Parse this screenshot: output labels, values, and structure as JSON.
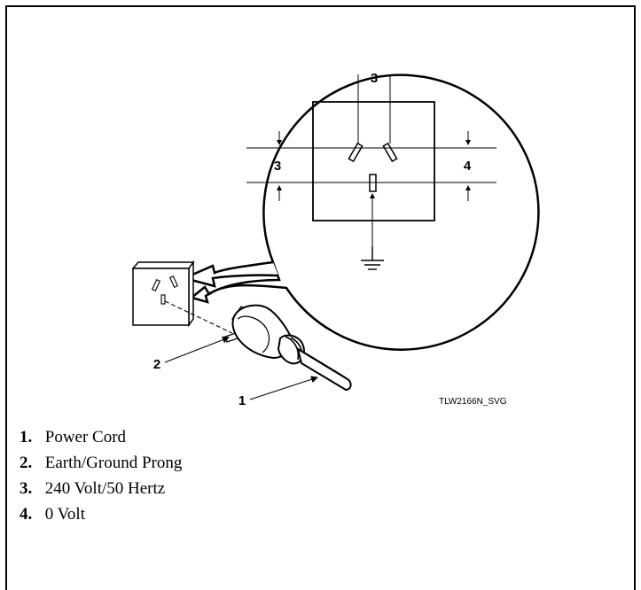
{
  "figure": {
    "callouts": {
      "cord": "1",
      "earth_prong": "2",
      "top_dimension": "3",
      "left_dimension": "3",
      "right_dimension": "4"
    },
    "figure_code": "TLW2166N_SVG"
  },
  "legend": [
    {
      "number": "1.",
      "text": "Power Cord"
    },
    {
      "number": "2.",
      "text": "Earth/Ground Prong"
    },
    {
      "number": "3.",
      "text": "240 Volt/50 Hertz"
    },
    {
      "number": "4.",
      "text": "0 Volt"
    }
  ],
  "colors": {
    "line": "#000000",
    "background": "#ffffff"
  }
}
